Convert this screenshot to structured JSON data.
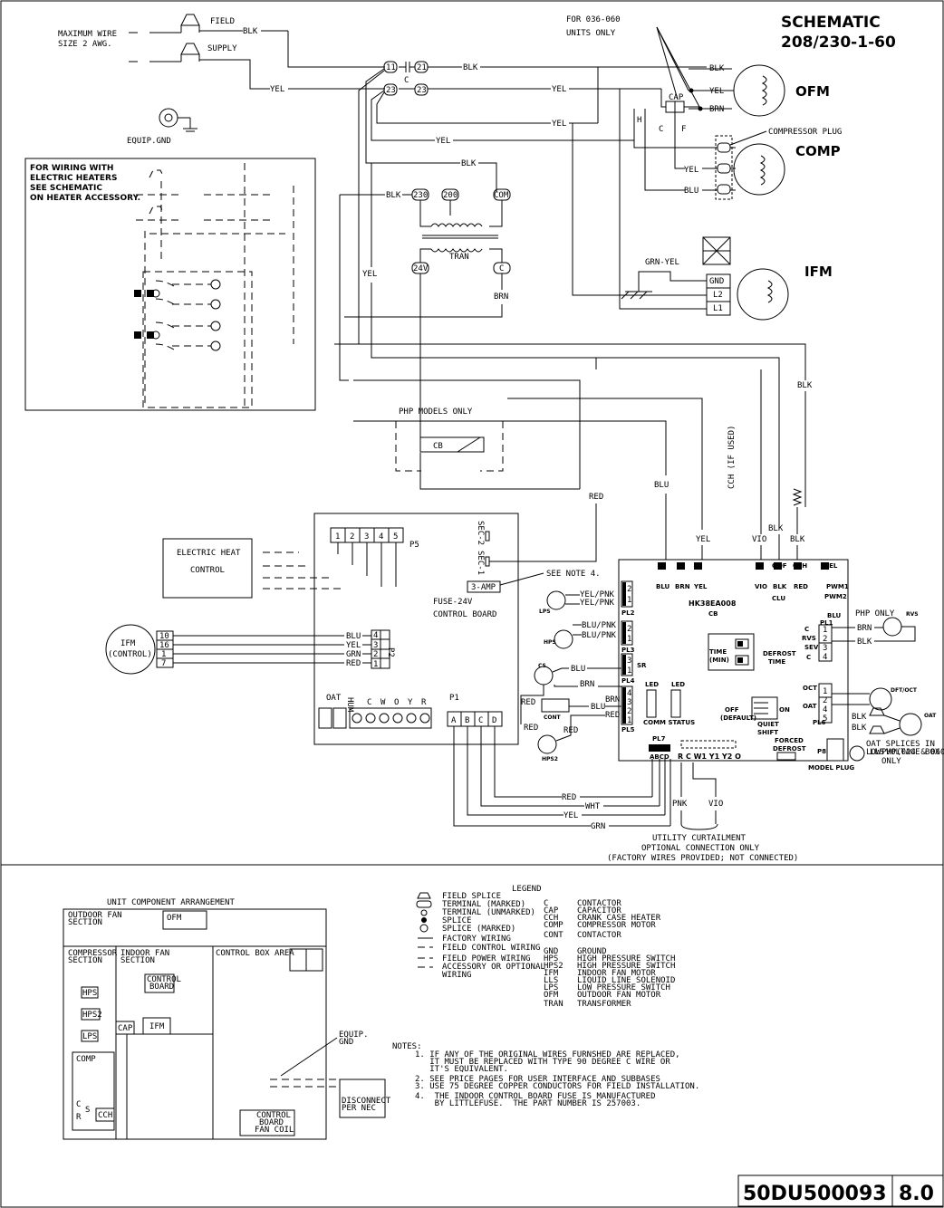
{
  "title": {
    "line1": "SCHEMATIC",
    "line2": "208/230-1-60"
  },
  "supply": {
    "max_wire_1": "MAXIMUM WIRE",
    "max_wire_2": "SIZE 2 AWG.",
    "field": "FIELD",
    "supply": "SUPPLY",
    "equip_gnd": "EQUIP.GND"
  },
  "units_note": {
    "line1": "FOR 036-060",
    "line2": "UNITS ONLY"
  },
  "heater_note": {
    "line1": "FOR WIRING WITH",
    "line2": "ELECTRIC HEATERS",
    "line3": "SEE SCHEMATIC",
    "line4": "ON HEATER ACCESSORY."
  },
  "components": {
    "ofm": "OFM",
    "comp": "COMP",
    "ifm": "IFM",
    "compressor_plug": "COMPRESSOR PLUG",
    "cap": "CAP",
    "h": "H",
    "c": "C",
    "f": "F",
    "gnd": "GND",
    "l2": "L2",
    "l1": "L1",
    "tran": "TRAN",
    "t230": "230",
    "t200": "200",
    "tcom": "COM",
    "t24v": "24V",
    "tc": "C",
    "php_only": "PHP MODELS ONLY",
    "cb": "CB",
    "ehc1": "ELECTRIC HEAT",
    "ehc2": "CONTROL",
    "ifm_ctrl1": "IFM",
    "ifm_ctrl2": "(CONTROL)",
    "fuse": "3-AMP",
    "fuse_label": "FUSE-24V",
    "see_note": "SEE NOTE 4.",
    "control_board": "CONTROL BOARD",
    "p5": "P5",
    "p2": "P2",
    "p1": "P1",
    "oat": "OAT",
    "sec2": "SEC-2",
    "sec1": "SEC-1",
    "cch_if_used": "CCH (IF USED)",
    "hk_board": "HK38EA008",
    "cb_label": "CB",
    "php_only2": "PHP ONLY",
    "oat_splices1": "OAT SPLICES IN",
    "oat_splices2": "LOW VOLTAGE BOX",
    "lls_note1": "PHP(024 & 060)",
    "lls_note2": "ONLY",
    "lls": "LLS",
    "utility1": "UTILITY CURTAILMENT",
    "utility2": "OPTIONAL CONNECTION ONLY",
    "utility3": "(FACTORY WIRES PROVIDED; NOT CONNECTED)",
    "time1": "TIME",
    "time2": "(MIN)",
    "defrost1": "DEFROST",
    "defrost2": "TIME",
    "off1": "OFF",
    "off2": "(DEFAULT)",
    "on": "ON",
    "quiet1": "QUIET",
    "quiet2": "SHIFT",
    "forced1": "FORCED",
    "forced2": "DEFROST",
    "model_plug": "MODEL PLUG",
    "led1": "LED",
    "led2": "LED",
    "comm_status": "COMM STATUS",
    "lps": "LPS",
    "hps": "HPS",
    "hps2": "HPS2",
    "cs": "CS",
    "cont": "CONT",
    "sr": "SR",
    "pl1": "PL1",
    "pl2": "PL2",
    "pl3": "PL3",
    "pl4": "PL4",
    "pl5": "PL5",
    "pl6": "PL6",
    "pl7": "PL7",
    "p8": "P8",
    "pwm1": "PWM1",
    "pwm2": "PWM2",
    "clu": "CLU",
    "rvs": "RVS",
    "sev": "SEV",
    "oct": "OCT",
    "oat2": "OAT",
    "dft_oct": "DFT/OCT",
    "rvs2": "RVS",
    "oat3": "OAT"
  },
  "wire_labels": {
    "blk": "BLK",
    "yel": "YEL",
    "brn": "BRN",
    "blu": "BLU",
    "red": "RED",
    "vio": "VIO",
    "grn_yel": "GRN-YEL",
    "wht": "WHT",
    "grn": "GRN",
    "pnk": "PNK",
    "ye_pnk": "YEL/PNK",
    "blu_pnk": "BLU/PNK",
    "odf": "ODF",
    "cch": "CCH"
  },
  "p5_pins": [
    "1",
    "2",
    "3",
    "4",
    "5"
  ],
  "p2_pins": [
    "4",
    "3",
    "2",
    "1"
  ],
  "ifm_pins": [
    "10",
    "16",
    "1",
    "7"
  ],
  "thermostat_terminals": [
    "HUM",
    "C",
    "W",
    "O",
    "Y",
    "R"
  ],
  "p1_pins": [
    "A",
    "B",
    "C",
    "D"
  ],
  "pl7_pins": "ABCD",
  "pl7_terms": "R C W1 Y1 Y2 O",
  "contactor_terms": {
    "c11": "11",
    "c21": "21",
    "c23l": "23",
    "c23r": "23",
    "cl": "C"
  },
  "layout_labels": {
    "arrangement": "UNIT COMPONENT ARRANGEMENT",
    "outdoor_fan1": "OUTDOOR FAN",
    "outdoor_fan2": "SECTION",
    "ofm": "OFM",
    "compressor1": "COMPRESSOR",
    "compressor2": "SECTION",
    "indoor_fan1": "INDOOR FAN",
    "indoor_fan2": "SECTION",
    "control_box": "CONTROL BOX AREA",
    "control_board1": "CONTROL",
    "control_board2": "BOARD",
    "hps": "HPS",
    "hps2": "HPS2",
    "lps": "LPS",
    "comp": "COMP",
    "cap": "CAP",
    "ifm": "IFM",
    "c": "C",
    "s": "S",
    "r": "R",
    "cch": "CCH",
    "equip_gnd1": "EQUIP.",
    "equip_gnd2": "GND",
    "disconnect1": "DISCONNECT",
    "disconnect2": "PER NEC",
    "cbfc1": "CONTROL",
    "cbfc2": "BOARD",
    "cbfc3": "FAN COIL"
  },
  "legend": {
    "title": "LEGEND",
    "symbols": [
      "FIELD SPLICE",
      "TERMINAL (MARKED)",
      "TERMINAL (UNMARKED)",
      "SPLICE",
      "SPLICE (MARKED)",
      "FACTORY WIRING",
      "FIELD CONTROL WIRING",
      "FIELD POWER WIRING",
      "ACCESSORY OR OPTIONAL",
      "WIRING"
    ],
    "abbr": [
      [
        "C",
        "CONTACTOR"
      ],
      [
        "CAP",
        "CAPACITOR"
      ],
      [
        "CCH",
        "CRANK CASE HEATER"
      ],
      [
        "COMP",
        "COMPRESSOR MOTOR"
      ],
      [
        "CONT",
        "CONTACTOR"
      ],
      [
        "GND",
        "GROUND"
      ],
      [
        "HPS",
        "HIGH PRESSURE SWITCH"
      ],
      [
        "HPS2",
        "HIGH PRESSURE SWITCH"
      ],
      [
        "IFM",
        "INDOOR FAN MOTOR"
      ],
      [
        "LLS",
        "LIQUID LINE SOLENOID"
      ],
      [
        "LPS",
        "LOW PRESSURE SWITCH"
      ],
      [
        "OFM",
        "OUTDOOR FAN MOTOR"
      ],
      [
        "TRAN",
        "TRANSFORMER"
      ]
    ]
  },
  "notes": {
    "label": "NOTES:",
    "lines": [
      "1. IF ANY OF THE ORIGINAL WIRES FURNSHED ARE REPLACED,",
      "   IT MUST BE REPLACED WITH TYPE 90 DEGREE C WIRE OR",
      "   IT'S EQUIVALENT.",
      "2. SEE PRICE PAGES FOR USER INTERFACE AND SUBBASES",
      "3. USE 75 DEGREE COPPER CONDUCTORS FOR FIELD INSTALLATION.",
      "4.  THE INDOOR CONTROL BOARD FUSE IS MANUFACTURED",
      "    BY LITTLEFUSE.  THE PART NUMBER IS 257003."
    ]
  },
  "doc_number": "50DU500093",
  "revision": "8.0"
}
